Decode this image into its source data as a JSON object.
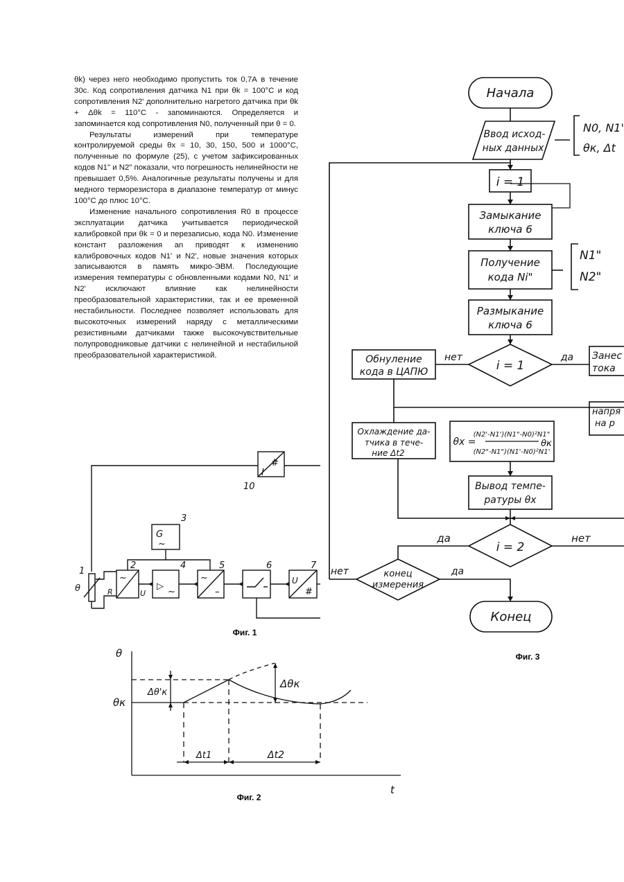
{
  "text": {
    "p1": "θk) через него необходимо пропустить ток 0,7А в течение 30с. Код сопротивления датчика N1 при θk = 100°С и код сопротивления N2' дополнительно нагретого датчика при θk + Δθk = 110°С - запоминаются. Определяется и запоминается код сопротивления N0, полученный при θ = 0.",
    "p2": "Результаты измерений при температуре контролируемой среды θx = 10, 30, 150, 500 и 1000°С, полученные по формуле (25), с учетом зафиксированных кодов N1\" и N2\" показали, что погрешность нелинейности не превышает 0,5%. Аналогичные результаты получены и для медного терморезистора в диапазоне температур от минус 100°С до плюс 10°С.",
    "p3": "Изменение начального сопротивления R0 в процессе эксплуатации датчика учитывается периодической калибровкой при θk = 0 и перезаписью, кода N0. Изменение констант разложения an приводят к изменению калибровочных кодов N1' и N2', новые значения которых записываются в память микро-ЭВМ. Последующие измерения температуры с обновленными кодами N0, N1' и N2' исключают влияние как нелинейности преобразовательной характеристики, так и ее временной нестабильности. Последнее позволяет использовать для высокоточных измерений наряду с металлическими резистивными датчиками также высокочувствительные полупроводниковые датчики с нелинейной и нестабильной преобразовательной характеристикой."
  },
  "fig1": {
    "caption": "Фиг. 1",
    "labels": {
      "n1": "1",
      "n2": "2",
      "n3": "3",
      "n4": "4",
      "n5": "5",
      "n6": "6",
      "n7": "7",
      "n10": "10",
      "theta": "θ",
      "R": "R",
      "U": "U",
      "G": "G",
      "I": "I"
    }
  },
  "fig2": {
    "caption": "Фиг. 2",
    "labels": {
      "theta_axis": "θ",
      "theta_k": "θк",
      "t_axis": "t",
      "dtheta_k_prime": "Δθ'к",
      "dtheta_k": "Δθк",
      "dt1": "Δt1",
      "dt2": "Δt2"
    }
  },
  "fig3": {
    "caption": "Фиг. 3",
    "blocks": {
      "start": "Начала",
      "input_l1": "Ввод исход-",
      "input_l2": "ных данных",
      "input_note_l1": "N0, N1'",
      "input_note_l2": "θк, Δt",
      "i1": "i = 1",
      "close_l1": "Замыкание",
      "close_l2": "ключа 6",
      "code_l1": "Получение",
      "code_l2": "кода Ni\"",
      "code_note_l1": "N1\"",
      "code_note_l2": "N2\"",
      "open_l1": "Размыкание",
      "open_l2": "ключа 6",
      "cond1": "i = 1",
      "no1": "нет",
      "yes1": "да",
      "reset_l1": "Обнуление",
      "reset_l2": "кода в ЦАПЮ",
      "write_l1": "Занес",
      "write_l2": "тока",
      "heat_l1": "напря",
      "heat_l2": "на р",
      "cool_l1": "Охлаждение да-",
      "cool_l2": "тчика в тече-",
      "cool_l3": "ние Δt2",
      "formula_lhs": "θx =",
      "formula_num": "(N2'-N1')(N1\"-N0)²N1\"",
      "formula_den": "(N2\"-N1\")(N1'-N0)²N1'",
      "formula_tail": "θк",
      "output_l1": "Вывод темпе-",
      "output_l2": "ратуры θх",
      "cond2": "i = 2",
      "yes2": "да",
      "no2": "нет",
      "end_cond_l1": "конец",
      "end_cond_l2": "измерения",
      "no3": "нет",
      "yes3": "да",
      "end": "Конец"
    }
  }
}
